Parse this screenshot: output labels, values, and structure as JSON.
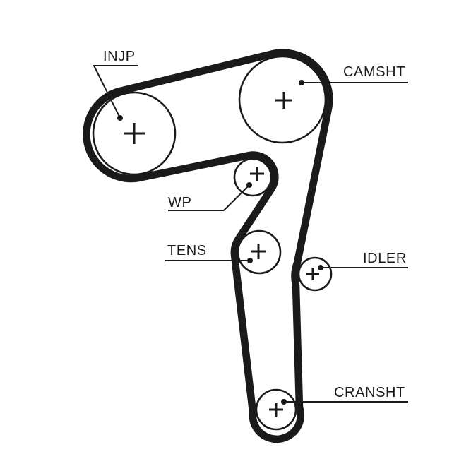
{
  "diagram": {
    "background": "#ffffff",
    "line_color": "#1a1a1a",
    "center_marker": "+",
    "pulleys": [
      {
        "id": "injp",
        "label": "INJP"
      },
      {
        "id": "camsht",
        "label": "CAMSHT"
      },
      {
        "id": "wp",
        "label": "WP"
      },
      {
        "id": "tens",
        "label": "TENS"
      },
      {
        "id": "idler",
        "label": "IDLER"
      },
      {
        "id": "cransht",
        "label": "CRANSHT"
      }
    ]
  }
}
